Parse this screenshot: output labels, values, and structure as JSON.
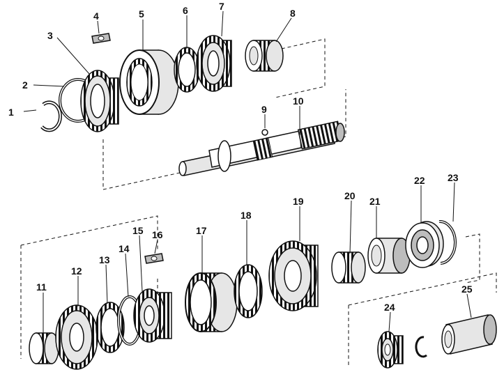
{
  "labels": {
    "l1": "1",
    "l2": "2",
    "l3": "3",
    "l4": "4",
    "l5": "5",
    "l6": "6",
    "l7": "7",
    "l8": "8",
    "l9": "9",
    "l10": "10",
    "l11": "11",
    "l12": "12",
    "l13": "13",
    "l14": "14",
    "l15": "15",
    "l16": "16",
    "l17": "17",
    "l18": "18",
    "l19": "19",
    "l20": "20",
    "l21": "21",
    "l22": "22",
    "l23": "23",
    "l24": "24",
    "l25": "25"
  },
  "colors": {
    "line": "#111111",
    "shade": "#bdbdbd",
    "light": "#e6e6e6",
    "background": "#ffffff"
  }
}
